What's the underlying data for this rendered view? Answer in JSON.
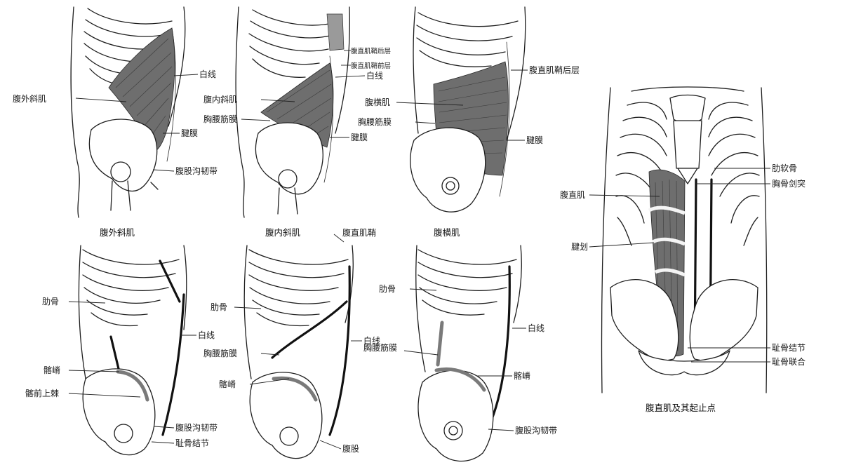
{
  "panel1": {
    "caption": "腹外斜肌",
    "labels": {
      "muscle": "腹外斜肌",
      "linea_alba": "白线",
      "aponeurosis": "腱膜",
      "inguinal_ligament": "腹股沟韧带"
    }
  },
  "panel2": {
    "caption": "腹内斜肌",
    "labels": {
      "muscle": "腹内斜肌",
      "tlf": "胸腰筋膜",
      "linea_alba": "白线",
      "aponeurosis": "腱膜",
      "sheath_post": "腹直肌鞘后层",
      "sheath_ant": "腹直肌鞘前层"
    }
  },
  "panel3": {
    "caption": "腹横肌",
    "labels": {
      "muscle": "腹横肌",
      "tlf": "胸腰筋膜",
      "sheath_post": "腹直肌鞘后层",
      "aponeurosis": "腱膜"
    }
  },
  "panel4": {
    "labels": {
      "rib": "肋骨",
      "linea_alba": "白线",
      "iliac_crest": "髂嵴",
      "asis": "髂前上棘",
      "inguinal_ligament": "腹股沟韧带",
      "pubic_tubercle": "耻骨结节"
    }
  },
  "panel5": {
    "labels": {
      "rectus_sheath": "腹直肌鞘",
      "rib": "肋骨",
      "tlf": "胸腰筋膜",
      "iliac_crest": "髂嵴",
      "linea_alba": "白线",
      "inguinal": "腹股"
    }
  },
  "panel6": {
    "labels": {
      "rib": "肋骨",
      "linea_alba": "白线",
      "tlf": "胸腰筋膜",
      "iliac_crest": "髂嵴",
      "inguinal_ligament": "腹股沟韧带"
    }
  },
  "panel7": {
    "caption": "腹直肌及其起止点",
    "labels": {
      "costal_cartilage": "肋软骨",
      "xiphoid": "胸骨剑突",
      "rectus": "腹直肌",
      "tendinous_intersection": "腱划",
      "pubic_tubercle": "耻骨结节",
      "pubic_symphysis": "耻骨联合"
    }
  }
}
